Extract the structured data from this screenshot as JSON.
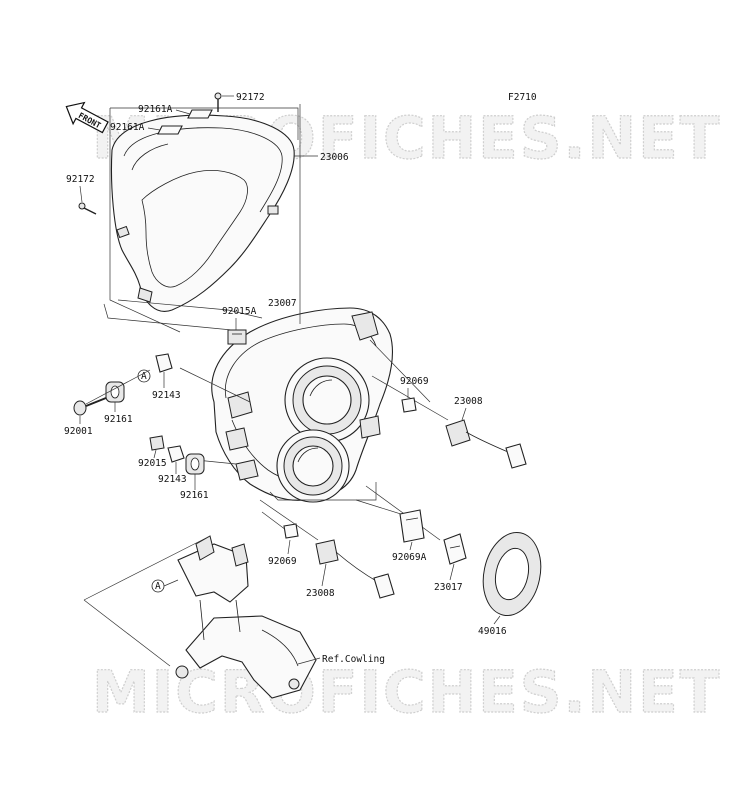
{
  "figure_code": "F2710",
  "watermark": "MICROFICHES.NET",
  "front_arrow": "FRONT",
  "ref_marker": "A",
  "labels": {
    "p92172_top": "92172",
    "p92161A_1": "92161A",
    "p92161A_2": "92161A",
    "p23006": "23006",
    "p92172_left": "92172",
    "p92015A": "92015A",
    "p23007": "23007",
    "p92143_a": "92143",
    "p92161_a": "92161",
    "p92001": "92001",
    "p92015": "92015",
    "p92143_b": "92143",
    "p92161_b": "92161",
    "p92069": "92069",
    "p23008_a": "23008",
    "p92069_b": "92069",
    "p23008_b": "23008",
    "p92069A": "92069A",
    "p23017": "23017",
    "p49016": "49016",
    "ref_cowling": "Ref.Cowling"
  }
}
